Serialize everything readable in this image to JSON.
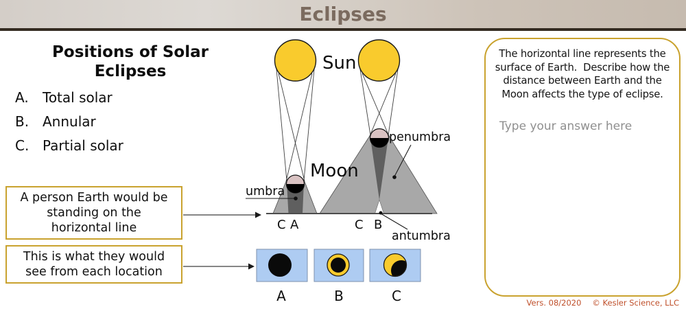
{
  "header": {
    "title": "Eclipses"
  },
  "left_panel": {
    "heading_line1": "Positions of Solar",
    "heading_line2": "Eclipses",
    "items": [
      {
        "letter": "A.",
        "label": "Total solar"
      },
      {
        "letter": "B.",
        "label": "Annular"
      },
      {
        "letter": "C.",
        "label": "Partial solar"
      }
    ]
  },
  "callouts": {
    "person_box_lines": [
      "A person Earth would be",
      "standing on the",
      "horizontal line"
    ],
    "see_box_lines": [
      "This is what they would",
      "see from each location"
    ]
  },
  "diagram": {
    "sun_label": "Sun",
    "moon_label": "Moon",
    "umbra_label": "umbra",
    "penumbra_label": "penumbra",
    "antumbra_label": "antumbra",
    "left_positions": [
      "C",
      "A"
    ],
    "right_positions": [
      "C",
      "B"
    ],
    "view_labels": [
      "A",
      "B",
      "C"
    ]
  },
  "answer_panel": {
    "prompt": "The horizontal line represents the surface of Earth.  Describe how the distance between Earth and the Moon affects the type of eclipse.",
    "placeholder": "Type your answer here"
  },
  "footer": {
    "version": "Vers. 08/2020",
    "copyright": "© Kesler Science, LLC"
  },
  "colors": {
    "accent_gold": "#c9a22e",
    "sun_yellow": "#f9cb2d",
    "penumbra_gray": "#a8a8a8",
    "umbra_gray": "#5f5f5f",
    "moon_pink": "#d9c2c2",
    "view_bg_blue": "#aeccf2",
    "title_taupe": "#7b6b5f",
    "footer_red": "#bf4f2a"
  }
}
